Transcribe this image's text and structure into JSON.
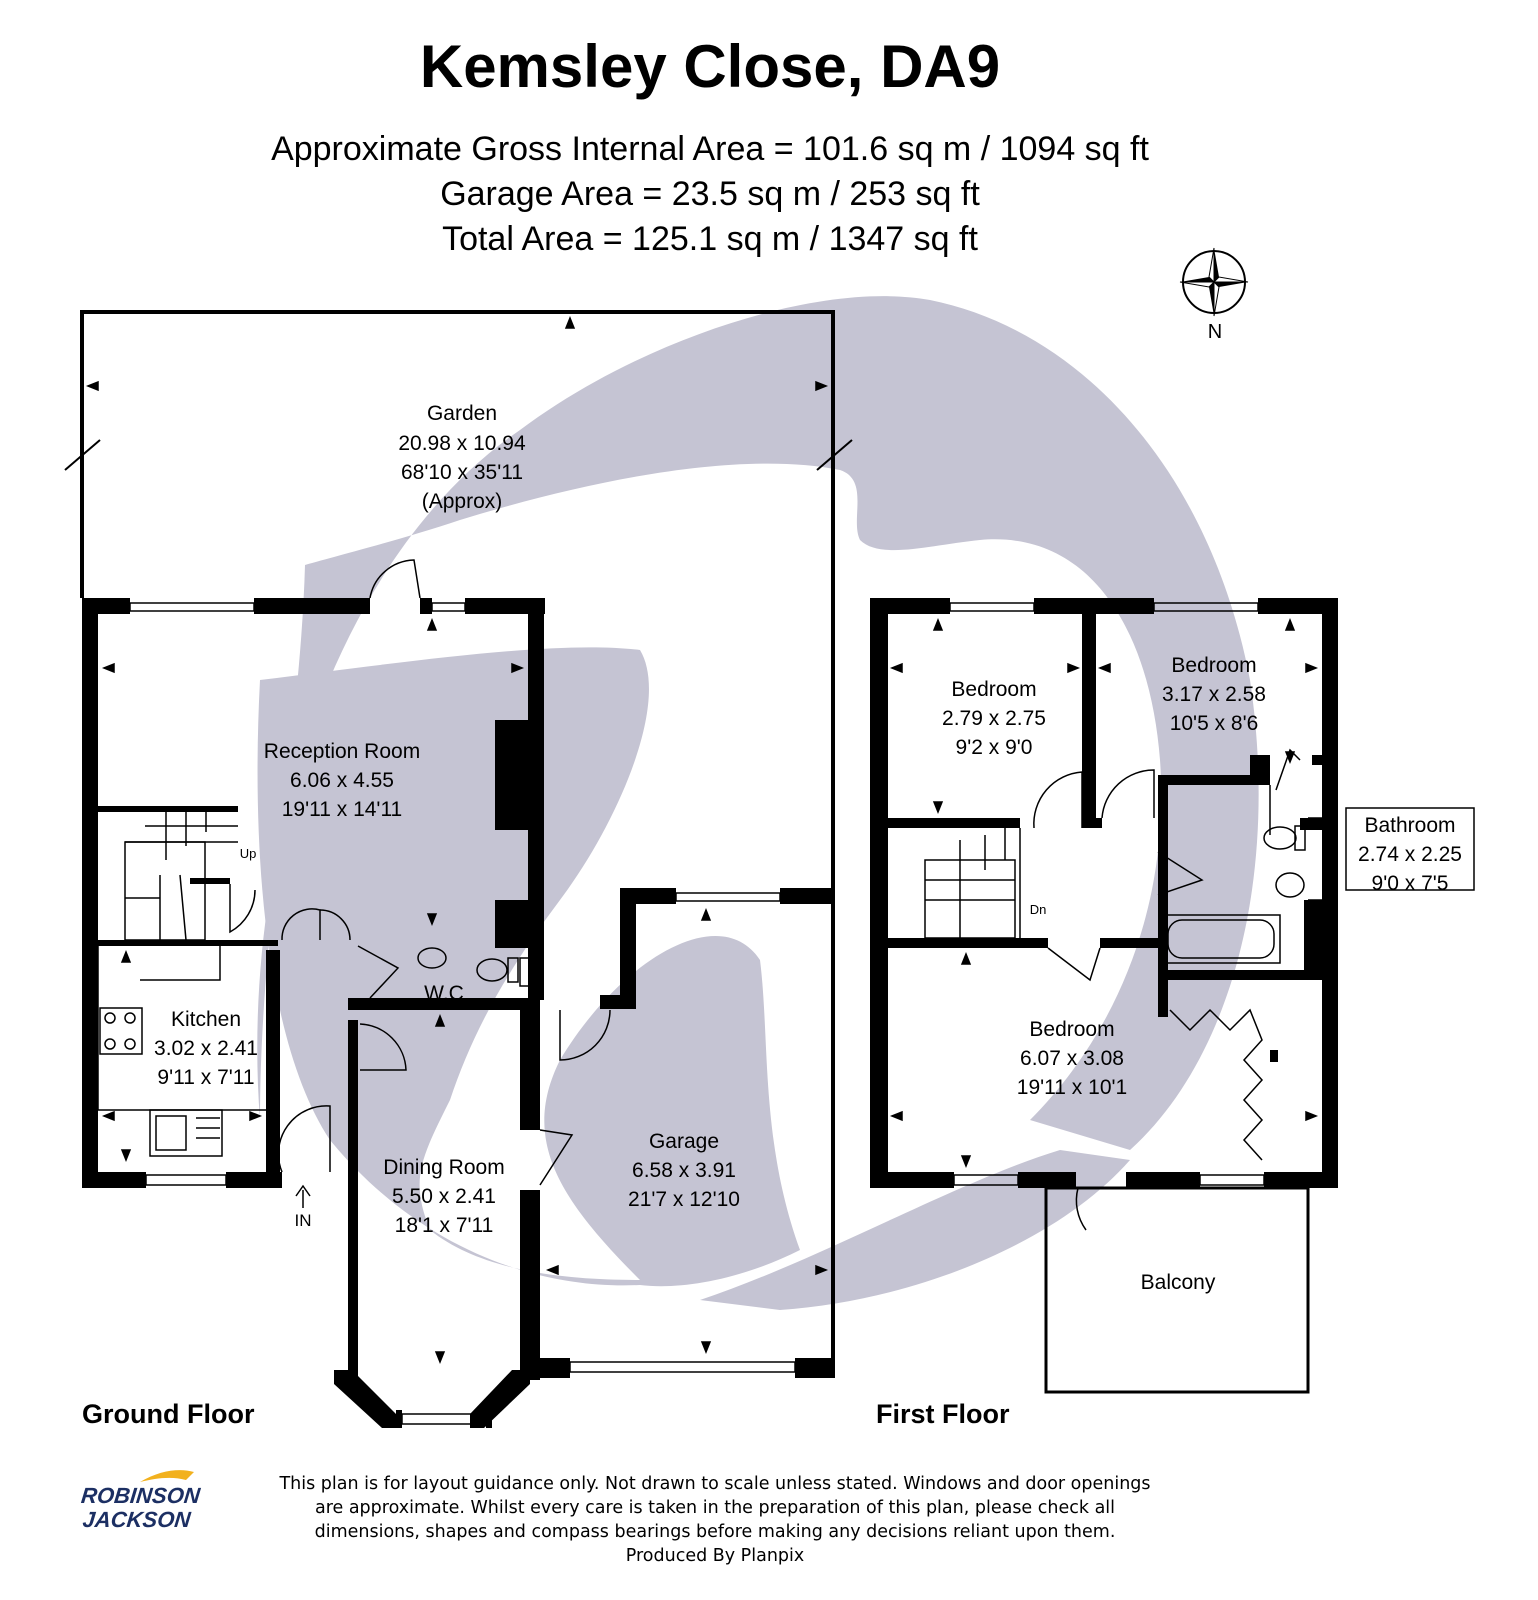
{
  "title": "Kemsley Close, DA9",
  "areas": {
    "gross": "Approximate Gross Internal Area = 101.6 sq m / 1094 sq ft",
    "garage": "Garage Area = 23.5 sq m / 253 sq ft",
    "total": "Total Area = 125.1 sq m / 1347 sq ft"
  },
  "compass": {
    "label": "N"
  },
  "floors": {
    "ground": "Ground Floor",
    "first": "First Floor"
  },
  "rooms": {
    "garden": {
      "name": "Garden",
      "metric": "20.98 x 10.94",
      "imperial": "68'10 x 35'11",
      "note": "(Approx)"
    },
    "reception": {
      "name": "Reception Room",
      "metric": "6.06 x 4.55",
      "imperial": "19'11 x 14'11"
    },
    "kitchen": {
      "name": "Kitchen",
      "metric": "3.02 x 2.41",
      "imperial": "9'11 x 7'11"
    },
    "wc": {
      "name": "W.C"
    },
    "dining": {
      "name": "Dining Room",
      "metric": "5.50 x 2.41",
      "imperial": "18'1 x 7'11"
    },
    "garage": {
      "name": "Garage",
      "metric": "6.58 x 3.91",
      "imperial": "21'7 x 12'10"
    },
    "bedroom1": {
      "name": "Bedroom",
      "metric": "2.79 x 2.75",
      "imperial": "9'2 x 9'0"
    },
    "bedroom2": {
      "name": "Bedroom",
      "metric": "3.17 x 2.58",
      "imperial": "10'5 x 8'6"
    },
    "bathroom": {
      "name": "Bathroom",
      "metric": "2.74 x 2.25",
      "imperial": "9'0 x 7'5"
    },
    "bedroom3": {
      "name": "Bedroom",
      "metric": "6.07 x 3.08",
      "imperial": "19'11 x 10'1"
    },
    "balcony": {
      "name": "Balcony"
    }
  },
  "stairs": {
    "up": "Up",
    "down": "Dn"
  },
  "entrance": "IN",
  "disclaimer": [
    "This plan is for layout guidance only. Not drawn to scale unless stated. Windows and door openings",
    "are approximate. Whilst every care is taken in the preparation of this plan, please check all",
    "dimensions, shapes and compass bearings before making any decisions reliant upon them.",
    "Produced By Planpix"
  ],
  "logo": {
    "line1": "ROBINSON",
    "line2": "JACKSON"
  },
  "colors": {
    "watermark": "#c5c4d3",
    "wall": "#000000",
    "logo": "#1c2f63",
    "logo_accent": "#f2b11e"
  }
}
